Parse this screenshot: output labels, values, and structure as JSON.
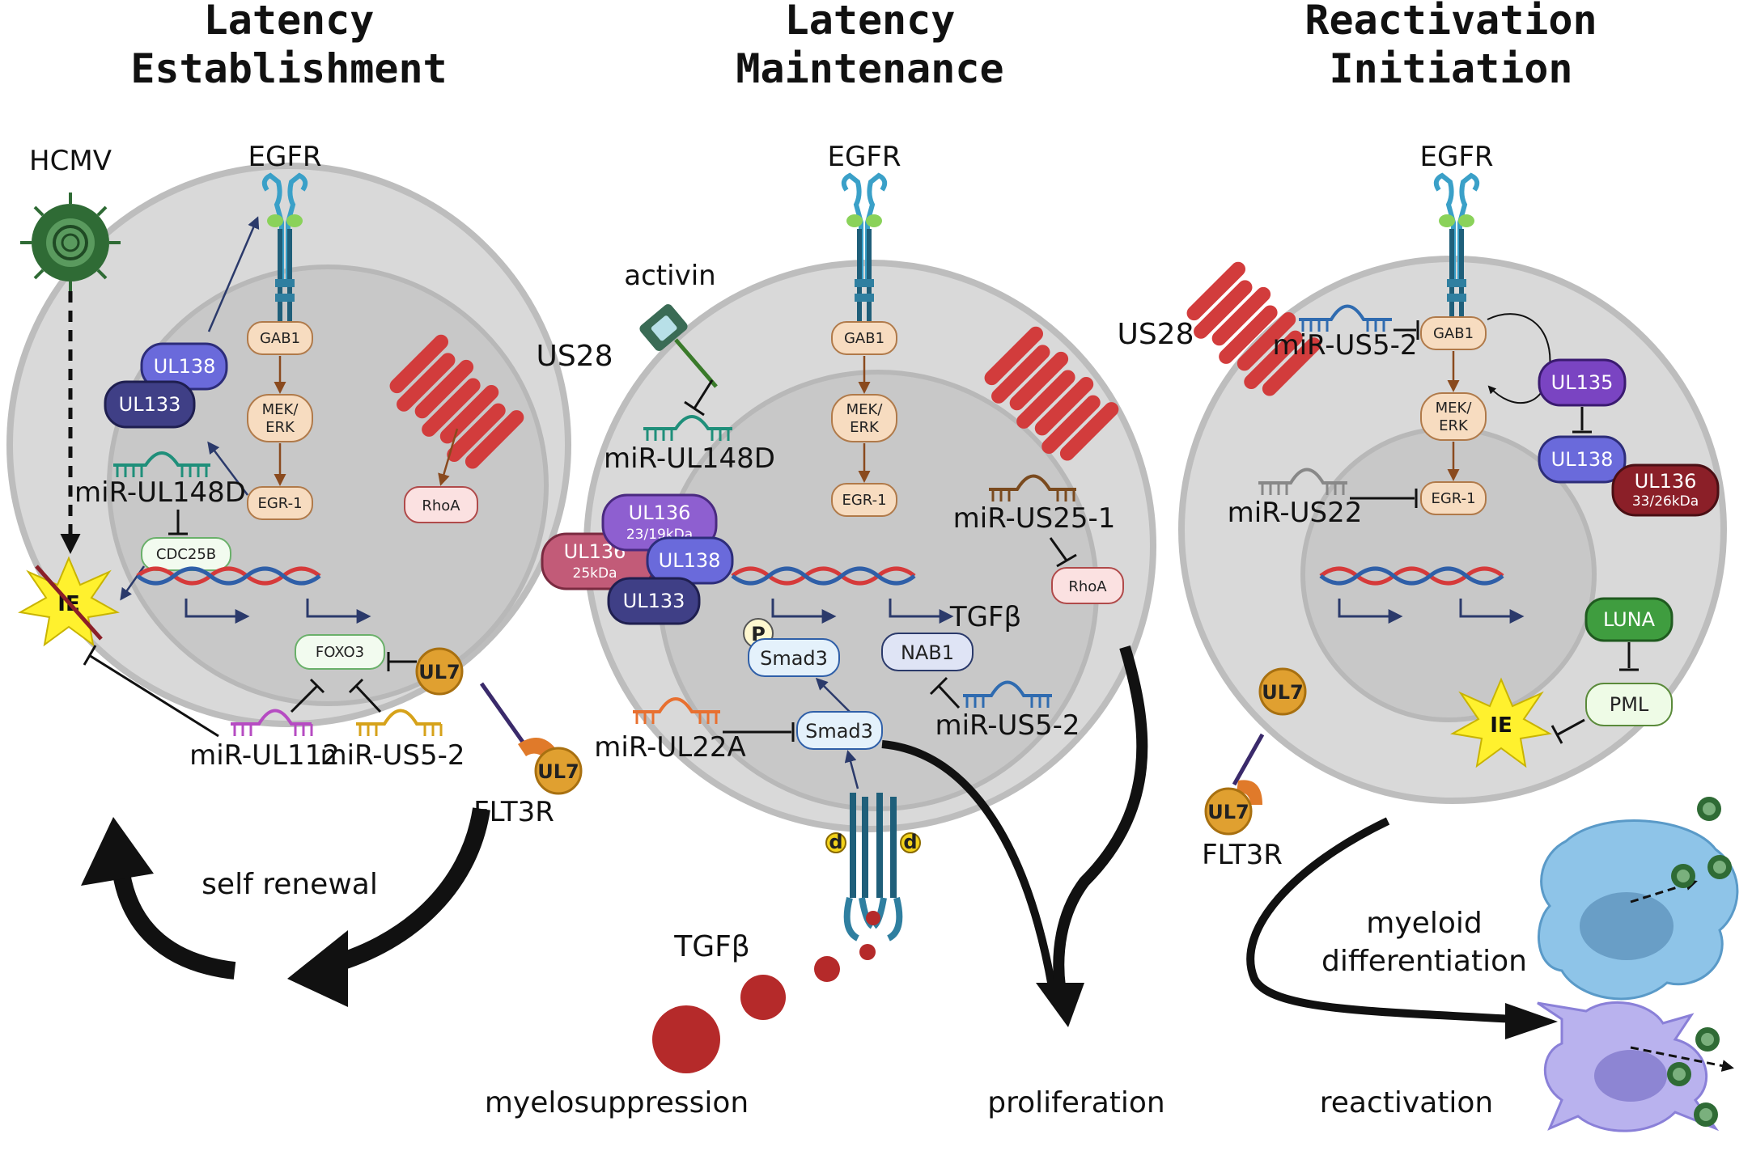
{
  "titles": {
    "establishment": [
      "Latency",
      "Establishment"
    ],
    "maintenance": [
      "Latency",
      "Maintenance"
    ],
    "reactivation": [
      "Reactivation",
      "Initiation"
    ]
  },
  "panel1": {
    "hcmv": "HCMV",
    "egfr": "EGFR",
    "gab1": "GAB1",
    "mek": [
      "MEK/",
      "ERK"
    ],
    "egr1": "EGR-1",
    "ul138": "UL138",
    "ul133": "UL133",
    "mir_ul148d": "miR-UL148D",
    "cdc25b": "CDC25B",
    "ie": "IE",
    "us28": "US28",
    "rhoa": "RhoA",
    "foxo3": "FOXO3",
    "ul7": "UL7",
    "ul7_receptor": "UL7",
    "flt3r": "FLT3R",
    "mir_ul112": "miR-UL112",
    "mir_us5_2": "miR-US5-2",
    "self_renewal": "self renewal"
  },
  "panel2": {
    "activin": "activin",
    "egfr": "EGFR",
    "gab1": "GAB1",
    "mek": [
      "MEK/",
      "ERK"
    ],
    "egr1": "EGR-1",
    "mir_ul148d": "miR-UL148D",
    "ul136_a": "UL136",
    "ul136_a_sub": "23/19kDa",
    "ul136_b": "UL136",
    "ul136_b_sub": "25kDa",
    "ul138": "UL138",
    "ul133": "UL133",
    "us28": "US28",
    "mir_us25_1": "miR-US25-1",
    "rhoa": "RhoA",
    "p": "P",
    "smad3_a": "Smad3",
    "smad3_b": "Smad3",
    "nab1": "NAB1",
    "tgfb_gene": "TGFβ",
    "mir_us5_2": "miR-US5-2",
    "mir_ul22a": "miR-UL22A",
    "d": "d",
    "tgfb": "TGFβ",
    "myelosuppression": "myelosuppression",
    "proliferation": "proliferation"
  },
  "panel3": {
    "egfr": "EGFR",
    "gab1": "GAB1",
    "mek": [
      "MEK/",
      "ERK"
    ],
    "egr1": "EGR-1",
    "mir_us5_2": "miR-US5-2",
    "mir_us22": "miR-US22",
    "ul135": "UL135",
    "ul138": "UL138",
    "ul136": "UL136",
    "ul136_sub": "33/26kDa",
    "luna": "LUNA",
    "pml": "PML",
    "ie": "IE",
    "ul7": "UL7",
    "ul7_receptor": "UL7",
    "flt3r": "FLT3R",
    "myeloid": [
      "myeloid",
      "differentiation"
    ],
    "reactivation": "reactivation"
  },
  "colors": {
    "cell": "#d9d9d9",
    "nucleus": "#c8c8c8",
    "pathway_pill": "#f7dcc0",
    "ul138": "#6a6adb",
    "ul133": "#3f3f86",
    "ul136_purple": "#8e5fd0",
    "ul136_rose": "#c25b78",
    "ul136_dark": "#8b1f28",
    "ul135": "#7a44c2",
    "luna": "#3f9d3f",
    "us28": "#d23c3c",
    "ul7": "#e0a030",
    "ie_star": "#fff12e",
    "virus": "#2f6b35",
    "tgfb_ball": "#b52a2a",
    "dna_red": "#d63a3a",
    "dna_blue": "#2f5fa8",
    "arrow": "#2b3a6b"
  }
}
